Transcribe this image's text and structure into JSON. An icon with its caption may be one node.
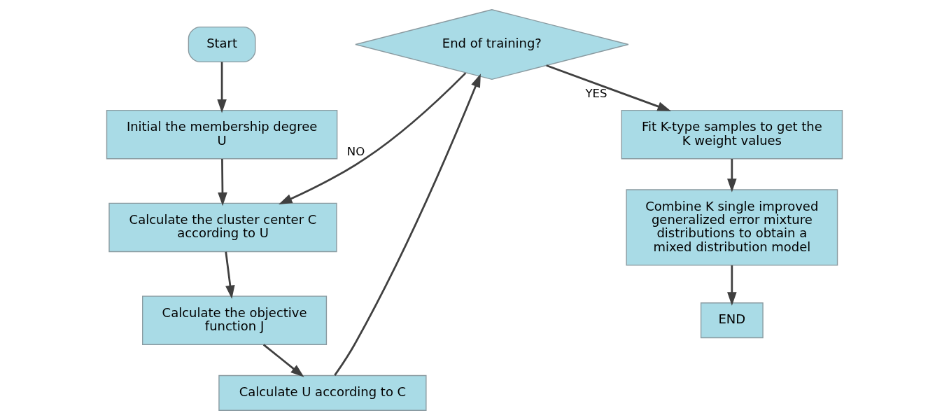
{
  "diagram": {
    "nodes": [
      {
        "text": [
          "Start"
        ]
      },
      {
        "text": [
          "Initial the membership degree U"
        ]
      },
      {
        "text": [
          "Calculate the cluster center C according to U"
        ]
      },
      {
        "text": [
          "Calculate the objective function J"
        ]
      },
      {
        "text": [
          "Calculate U according to C"
        ]
      },
      {
        "text": [
          "End of training?"
        ]
      },
      {
        "text": [
          "Fit K-type samples to get the K weight values"
        ]
      },
      {
        "text": [
          "Combine K single improved generalized error mixture distributions to obtain a mixed distribution model"
        ]
      },
      {
        "text": [
          "END"
        ]
      }
    ],
    "edges": [
      {
        "from": 0,
        "to": 1,
        "arrow": "to"
      },
      {
        "from": 1,
        "to": 2,
        "arrow": "to"
      },
      {
        "from": 2,
        "to": 3,
        "arrow": "to"
      },
      {
        "from": 3,
        "to": 4,
        "arrow": "to"
      },
      {
        "from": 4,
        "to": 5,
        "arrow": "to"
      },
      {
        "from": 5,
        "to": 6,
        "arrow": "to",
        "label": "YES"
      },
      {
        "from": 5,
        "to": 2,
        "arrow": "to",
        "label": "NO"
      },
      {
        "from": 6,
        "to": 7,
        "arrow": "to"
      },
      {
        "from": 7,
        "to": 8,
        "arrow": "to"
      }
    ]
  }
}
